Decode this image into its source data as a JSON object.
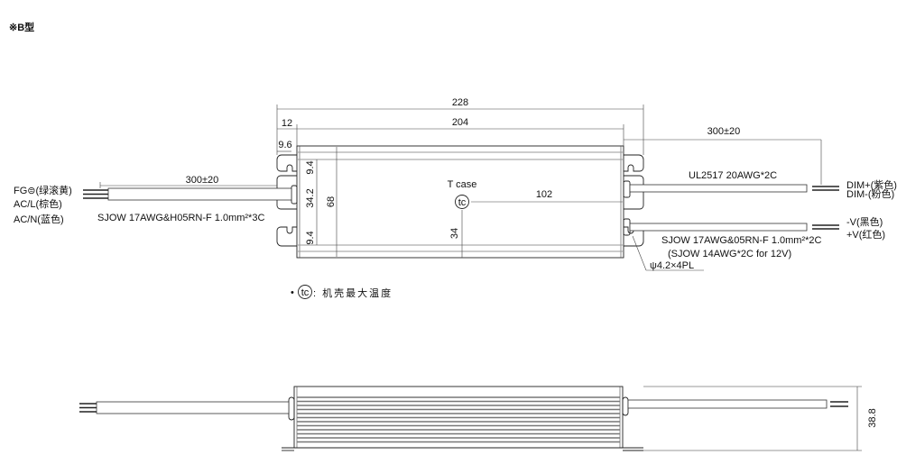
{
  "title": "※B型",
  "top_view": {
    "dim_overall": "228",
    "dim_body": "204",
    "dim_flange": "12",
    "dim_slot": "9.6",
    "dim_height": "68",
    "dim_slot_top": "9.4",
    "dim_slot_mid": "34.2",
    "dim_slot_bottom": "9.4",
    "tcase_label": "T case",
    "tc_symbol": "tc",
    "dim_tc_x": "102",
    "dim_tc_y": "34",
    "left_cable_length": "300±20",
    "left_cable_spec": "SJOW 17AWG&H05RN-F 1.0mm²*3C",
    "left_wires": [
      "FG⊜(绿滚黄)",
      "AC/L(棕色)",
      "AC/N(蓝色)"
    ],
    "right_cable_length": "300±20",
    "dim_cable_spec": "UL2517 20AWG*2C",
    "dim_wires": [
      "DIM+(紫色)",
      "DIM-(粉色)"
    ],
    "output_cable_spec": "SJOW 17AWG&05RN-F 1.0mm²*2C",
    "output_cable_spec_12v": "(SJOW 14AWG*2C for 12V)",
    "output_wires": [
      "-V(黑色)",
      "+V(红色)"
    ],
    "mounting_hole": "ψ4.2×4PL"
  },
  "legend": {
    "bullet": "•",
    "symbol": "tc",
    "text": ": 机壳最大温度"
  },
  "side_view": {
    "dim_height": "38.8"
  }
}
